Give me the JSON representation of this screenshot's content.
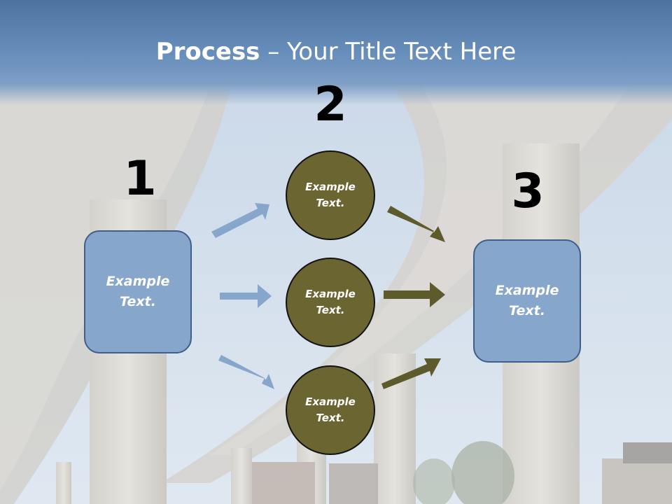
{
  "title": {
    "bold": "Process",
    "rest": " – Your Title Text Here"
  },
  "steps": {
    "one": "1",
    "two": "2",
    "three": "3"
  },
  "left_box": {
    "text": "Example Text."
  },
  "right_box": {
    "text": "Example Text."
  },
  "circles": [
    {
      "text": "Example Text."
    },
    {
      "text": "Example Text."
    },
    {
      "text": "Example Text."
    }
  ],
  "colors": {
    "title_band": "#5b81ae",
    "box_fill": "#87a6cc",
    "box_border": "#3f5f8a",
    "circle_fill": "#6a6531",
    "circle_border": "#121212",
    "blue_arrow": "#87a6cc",
    "olive_arrow": "#5d5a2b"
  },
  "background": "highway-overpass-photo"
}
